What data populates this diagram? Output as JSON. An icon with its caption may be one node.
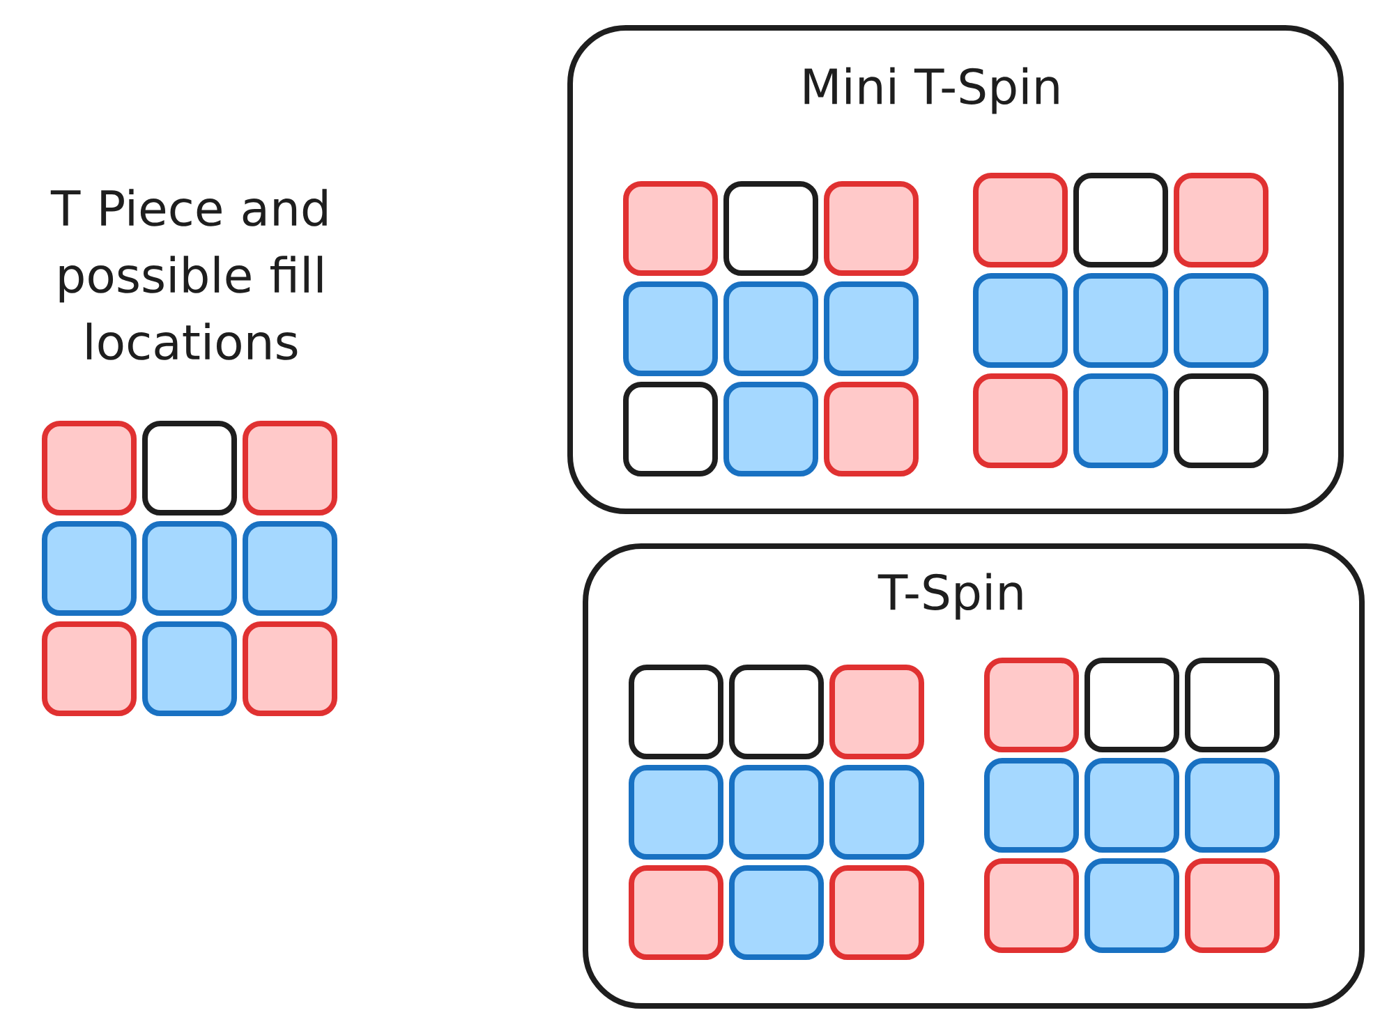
{
  "diagram": {
    "nodes": [
      {
        "text": [],
        "shape": "box"
      },
      {
        "text": [],
        "shape": "box"
      },
      {
        "text": [],
        "shape": "box"
      },
      {
        "text": [],
        "shape": "box"
      },
      {
        "text": [],
        "shape": "box"
      },
      {
        "text": [],
        "shape": "box"
      },
      {
        "text": [],
        "shape": "box"
      },
      {
        "text": [],
        "shape": "box"
      },
      {
        "text": [],
        "shape": "box"
      },
      {
        "text": [
          "Mini T-Spin"
        ]
      },
      {
        "text": [],
        "shape": "box",
        "in": 9
      },
      {
        "text": [],
        "shape": "box",
        "in": 9
      },
      {
        "text": [],
        "shape": "box",
        "in": 9
      },
      {
        "text": [],
        "shape": "box",
        "in": 9
      },
      {
        "text": [],
        "shape": "box",
        "in": 9
      },
      {
        "text": [],
        "shape": "box",
        "in": 9
      },
      {
        "text": [],
        "shape": "box",
        "in": 9
      },
      {
        "text": [],
        "shape": "box",
        "in": 9
      },
      {
        "text": [],
        "shape": "box",
        "in": 9
      },
      {
        "text": [],
        "shape": "box",
        "in": 9
      },
      {
        "text": [],
        "shape": "box",
        "in": 9
      },
      {
        "text": [],
        "shape": "box",
        "in": 9
      },
      {
        "text": [],
        "shape": "box",
        "in": 9
      },
      {
        "text": [],
        "shape": "box",
        "in": 9
      },
      {
        "text": [],
        "shape": "box",
        "in": 9
      },
      {
        "text": [],
        "shape": "box",
        "in": 9
      },
      {
        "text": [],
        "shape": "box",
        "in": 9
      },
      {
        "text": [],
        "shape": "box",
        "in": 9
      },
      {
        "text": [
          "T-Spin"
        ]
      },
      {
        "text": [],
        "shape": "box",
        "in": 28
      },
      {
        "text": [],
        "shape": "box",
        "in": 28
      },
      {
        "text": [],
        "shape": "box",
        "in": 28
      },
      {
        "text": [],
        "shape": "box",
        "in": 28
      },
      {
        "text": [],
        "shape": "box",
        "in": 28
      },
      {
        "text": [],
        "shape": "box",
        "in": 28
      },
      {
        "text": [],
        "shape": "box",
        "in": 28
      },
      {
        "text": [],
        "shape": "box",
        "in": 28
      },
      {
        "text": [],
        "shape": "box",
        "in": 28
      },
      {
        "text": [],
        "shape": "box",
        "in": 28
      },
      {
        "text": [],
        "shape": "box",
        "in": 28
      },
      {
        "text": [],
        "shape": "box",
        "in": 28
      },
      {
        "text": [],
        "shape": "box",
        "in": 28
      },
      {
        "text": [],
        "shape": "box",
        "in": 28
      },
      {
        "text": [],
        "shape": "box",
        "in": 28
      },
      {
        "text": [],
        "shape": "box",
        "in": 28
      },
      {
        "text": [],
        "shape": "box",
        "in": 28
      },
      {
        "text": [],
        "shape": "box",
        "in": 28
      }
    ],
    "labels": [
      "T Piece and possible fill locations"
    ]
  }
}
